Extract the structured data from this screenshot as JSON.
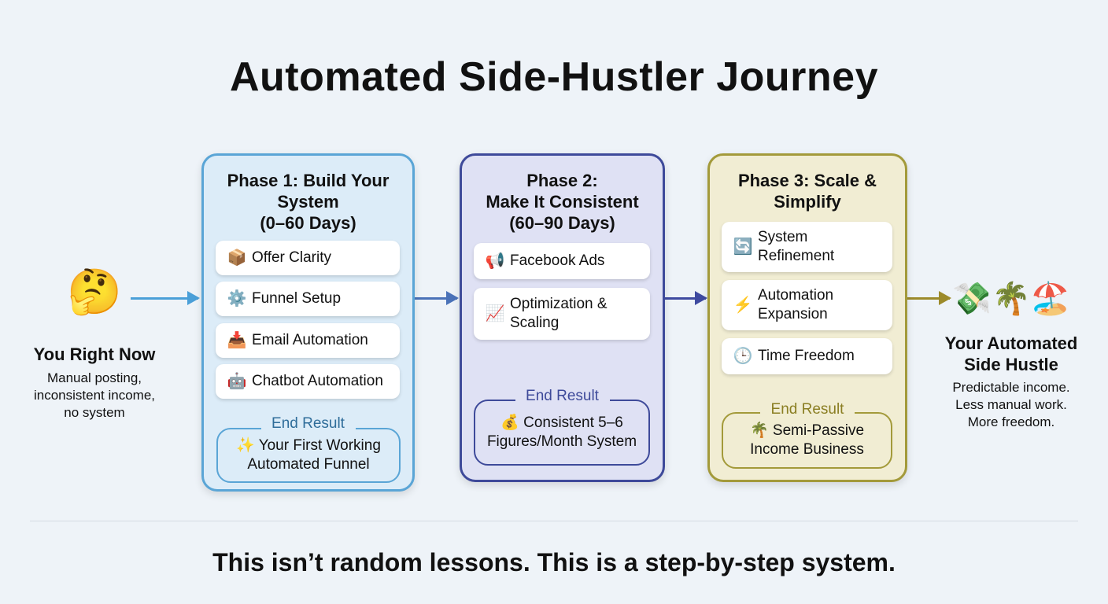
{
  "title": "Automated Side-Hustler Journey",
  "start": {
    "emoji": "🤔",
    "heading": "You Right Now",
    "lines": [
      "Manual posting,",
      "inconsistent income,",
      "no system"
    ]
  },
  "phases": [
    {
      "title_lines": [
        "Phase 1: Build Your",
        "System",
        "(0–60 Days)"
      ],
      "color": "#5aa5d6",
      "bg": "#dcecf8",
      "items": [
        {
          "icon": "📦",
          "label": "Offer Clarity"
        },
        {
          "icon": "⚙️",
          "label": "Funnel Setup"
        },
        {
          "icon": "📥",
          "label": "Email Automation"
        },
        {
          "icon": "🤖",
          "label": "Chatbot Automation"
        }
      ],
      "end_label": "End Result",
      "end_icon": "✨",
      "end_lines": [
        "Your First Working",
        "Automated Funnel"
      ]
    },
    {
      "title_lines": [
        "Phase 2:",
        "Make It Consistent",
        "(60–90 Days)"
      ],
      "color": "#3e4a9a",
      "bg": "#dfe1f4",
      "items": [
        {
          "icon": "📢",
          "label": "Facebook Ads"
        },
        {
          "icon": "📈",
          "label": "Optimization & Scaling"
        }
      ],
      "end_label": "End Result",
      "end_icon": "💰",
      "end_lines": [
        "Consistent 5–6",
        "Figures/Month System"
      ]
    },
    {
      "title_lines": [
        "Phase 3: Scale &",
        "Simplify"
      ],
      "color": "#a39a3a",
      "bg": "#f1edd3",
      "items": [
        {
          "icon": "🔄",
          "label": "System Refinement"
        },
        {
          "icon": "⚡",
          "label": "Automation Expansion"
        },
        {
          "icon": "🕒",
          "label": "Time Freedom"
        }
      ],
      "end_label": "End Result",
      "end_icon": "🌴",
      "end_lines": [
        "Semi-Passive",
        "Income Business"
      ]
    }
  ],
  "arrow_colors": [
    "#4a9fd8",
    "#4a72b8",
    "#3e4aa0",
    "#9c8a2a"
  ],
  "goal": {
    "emoji": "💸🌴🏖️",
    "heading_lines": [
      "Your Automated",
      "Side Hustle"
    ],
    "lines": [
      "Predictable income.",
      "Less manual work.",
      "More freedom."
    ]
  },
  "footer": "This isn’t random lessons. This is a step-by-step system."
}
